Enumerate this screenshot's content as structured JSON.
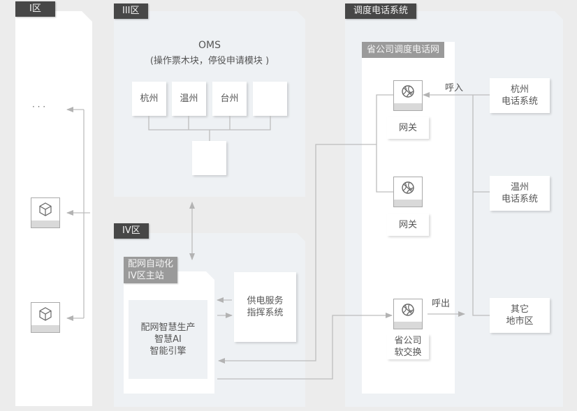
{
  "zones": {
    "zone1": {
      "tag": "I区",
      "ellipsis": "· · ·"
    },
    "zone3": {
      "tag": "III区",
      "title": "OMS",
      "subtitle": "(操作票木块，停役申请模块 )",
      "cities": [
        "杭州",
        "温州",
        "台州",
        ""
      ],
      "hub": ""
    },
    "zone4": {
      "tag": "IV区",
      "main_station_tag": "配网自动化\nIV区主站",
      "engine": "配网智慧生产\n智慧AI\n智能引擎",
      "service_system": "供电服务\n指挥系统"
    },
    "dispatch": {
      "tag": "调度电话系统",
      "network_tag": "省公司调度电话网",
      "gateway1": "网关",
      "gateway2": "网关",
      "softswitch": "省公司\n软交换",
      "call_in": "呼入",
      "call_out": "呼出",
      "externals": [
        "杭州\n电话系统",
        "温州\n电话系统",
        "其它\n地市区"
      ]
    }
  },
  "icons": {
    "zone1_nodes": "cube-icon",
    "gateways": "globe-icon",
    "softswitch": "globe-icon"
  },
  "colors": {
    "background": "#ececec",
    "zone_fill": "#eef1f4",
    "tag_dark": "#474747",
    "tag_grey": "#9a9a9a",
    "line": "#b5b5b5"
  }
}
